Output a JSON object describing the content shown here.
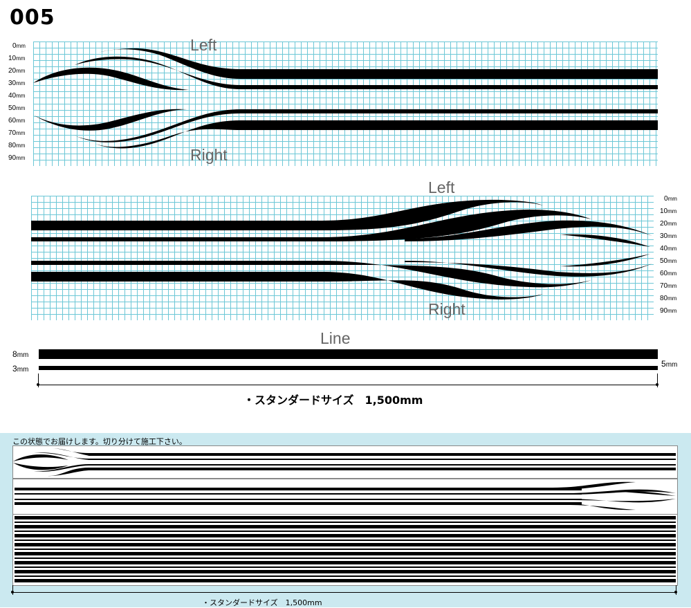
{
  "product_code": "005",
  "scale_ticks": [
    "0",
    "10",
    "20",
    "30",
    "40",
    "50",
    "60",
    "70",
    "80",
    "90"
  ],
  "scale_unit": "mm",
  "panel_left": {
    "top_label": "Left",
    "bottom_label": "Right"
  },
  "panel_right": {
    "top_label": "Left",
    "bottom_label": "Right"
  },
  "line_section": {
    "title": "Line",
    "width_8": "8",
    "width_3": "3",
    "width_5": "5",
    "unit": "mm",
    "standard_size": "・スタンダードサイズ　1,500mm"
  },
  "delivery": {
    "note": "この状態でお届けします。切り分けて施工下さい。",
    "standard_size": "・スタンダードサイズ　1,500mm"
  },
  "colors": {
    "grid": "#6cc7d6",
    "panel_bg": "#cbe9f0",
    "label_gray": "#666666",
    "stripe": "#000000"
  }
}
